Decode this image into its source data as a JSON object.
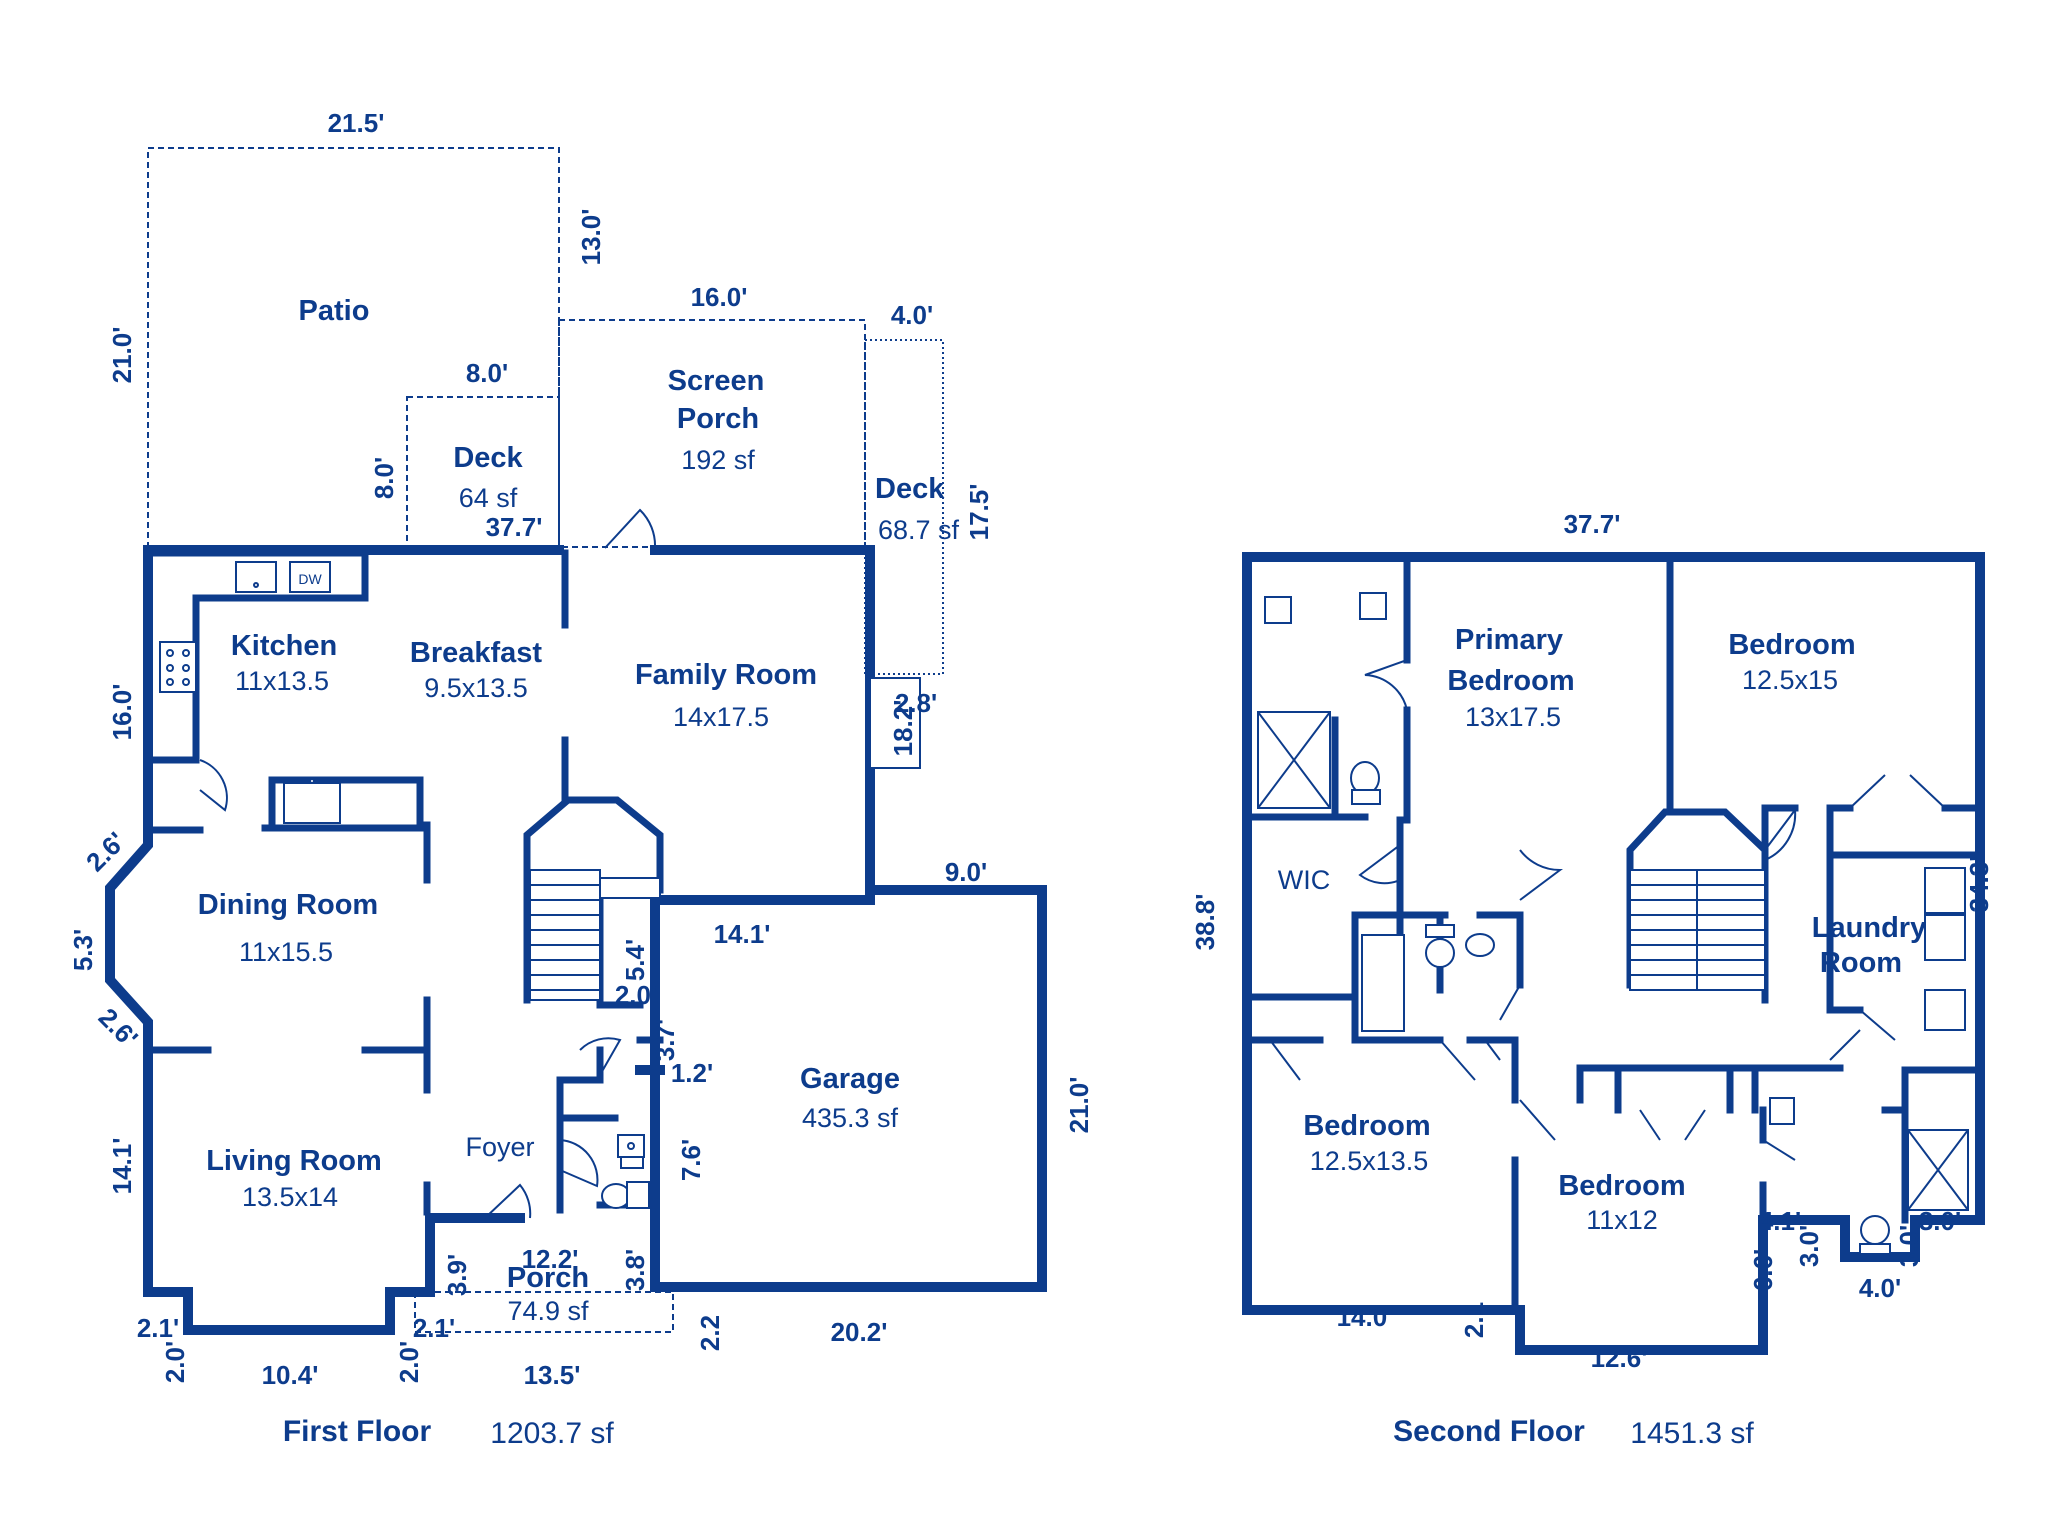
{
  "first_floor": {
    "title": "First Floor",
    "area": "1203.7 sf",
    "rooms": {
      "patio": {
        "name": "Patio"
      },
      "deck1": {
        "name": "Deck",
        "size": "64 sf"
      },
      "screen_porch": {
        "name1": "Screen",
        "name2": "Porch",
        "size": "192 sf"
      },
      "deck2": {
        "name": "Deck",
        "size": "68.7 sf"
      },
      "kitchen": {
        "name": "Kitchen",
        "size": "11x13.5"
      },
      "breakfast": {
        "name": "Breakfast",
        "size": "9.5x13.5"
      },
      "family_room": {
        "name": "Family Room",
        "size": "14x17.5"
      },
      "dining_room": {
        "name": "Dining Room",
        "size": "11x15.5"
      },
      "living_room": {
        "name": "Living Room",
        "size": "13.5x14"
      },
      "foyer": {
        "name": "Foyer"
      },
      "garage": {
        "name": "Garage",
        "size": "435.3 sf"
      },
      "porch": {
        "name": "Porch",
        "size": "74.9 sf"
      }
    },
    "fixture_labels": {
      "dishwasher": "DW"
    },
    "dimensions": {
      "patio_top": "21.5'",
      "patio_left": "21.0'",
      "patio_right": "13.0'",
      "screen_top": "16.0'",
      "deck2_top": "4.0'",
      "deck1_top": "8.0'",
      "deck1_left": "8.0'",
      "house_top": "37.7'",
      "deck2_right": "17.5'",
      "fireplace_a": "18.2'",
      "fireplace_b": "2.8'",
      "kitchen_left": "16.0'",
      "bay_upper": "2.6'",
      "bay_mid": "5.3'",
      "bay_lower": "2.6'",
      "living_left": "14.1'",
      "garage_top_right": "9.0'",
      "garage_top": "14.1'",
      "stair_a": "5.4'",
      "stair_b": "2.0'",
      "stair_c": "3.7'",
      "bath_top": "1.2'",
      "bath_side": "7.6'",
      "garage_right": "21.0'",
      "porch_top": "12.2'",
      "porch_left": "3.9'",
      "porch_right": "3.8'",
      "porch_side": "2.2",
      "bottom_left_a": "2.1'",
      "bottom_left_b": "2.0'",
      "bottom_mid_a": "2.1'",
      "bottom_mid_b": "2.0'",
      "living_bottom": "10.4'",
      "porch_bottom": "13.5'",
      "garage_bottom": "20.2'"
    }
  },
  "second_floor": {
    "title": "Second Floor",
    "area": "1451.3 sf",
    "rooms": {
      "primary": {
        "name1": "Primary",
        "name2": "Bedroom",
        "size": "13x17.5"
      },
      "bedroom_ne": {
        "name": "Bedroom",
        "size": "12.5x15"
      },
      "wic": {
        "name": "WIC"
      },
      "laundry": {
        "name1": "Laundry",
        "name2": "Room"
      },
      "bedroom_sw": {
        "name": "Bedroom",
        "size": "12.5x13.5"
      },
      "bedroom_s": {
        "name": "Bedroom",
        "size": "11x12"
      }
    },
    "dimensions": {
      "top": "37.7'",
      "left": "38.8'",
      "right": "34.3'",
      "bottom_left": "14.0'",
      "bottom_jog": "2.1",
      "bottom_mid": "12.6'",
      "notch_a": "4.1'",
      "notch_b": "3.0'",
      "notch_c": "3.0'",
      "notch_d": "3.0'",
      "notch_side": "6.6'",
      "notch_bottom": "4.0'"
    }
  },
  "colors": {
    "ink": "#0d3c8c",
    "background": "#ffffff"
  }
}
